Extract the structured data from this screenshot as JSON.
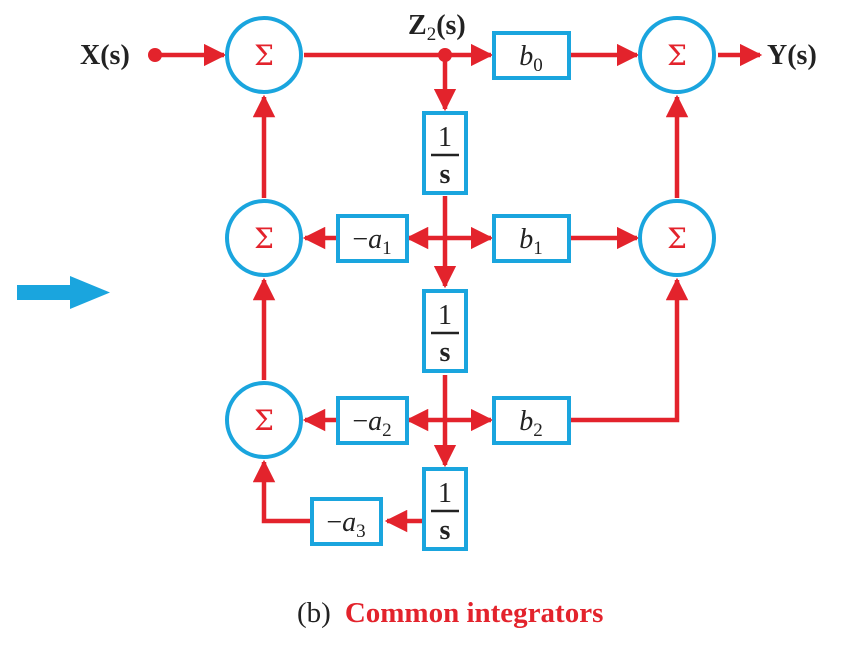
{
  "signals": {
    "input_label": "X(s)",
    "output_label": "Y(s)",
    "node_label_main": "Z",
    "node_label_sub": "2",
    "node_label_tail": "(s)"
  },
  "sum_symbol": "Σ",
  "integrator": {
    "numerator": "1",
    "denominator": "s"
  },
  "gains": {
    "b0": {
      "letter": "b",
      "sub": "0"
    },
    "b1": {
      "letter": "b",
      "sub": "1"
    },
    "b2": {
      "letter": "b",
      "sub": "2"
    },
    "a1": {
      "sign": "−",
      "letter": "a",
      "sub": "1"
    },
    "a2": {
      "sign": "−",
      "letter": "a",
      "sub": "2"
    },
    "a3": {
      "sign": "−",
      "letter": "a",
      "sub": "3"
    }
  },
  "caption": {
    "prefix": "(b)",
    "title": "Common integrators"
  },
  "colors": {
    "signal": "#e3232c",
    "block": "#1aa5de",
    "text": "#222222"
  }
}
